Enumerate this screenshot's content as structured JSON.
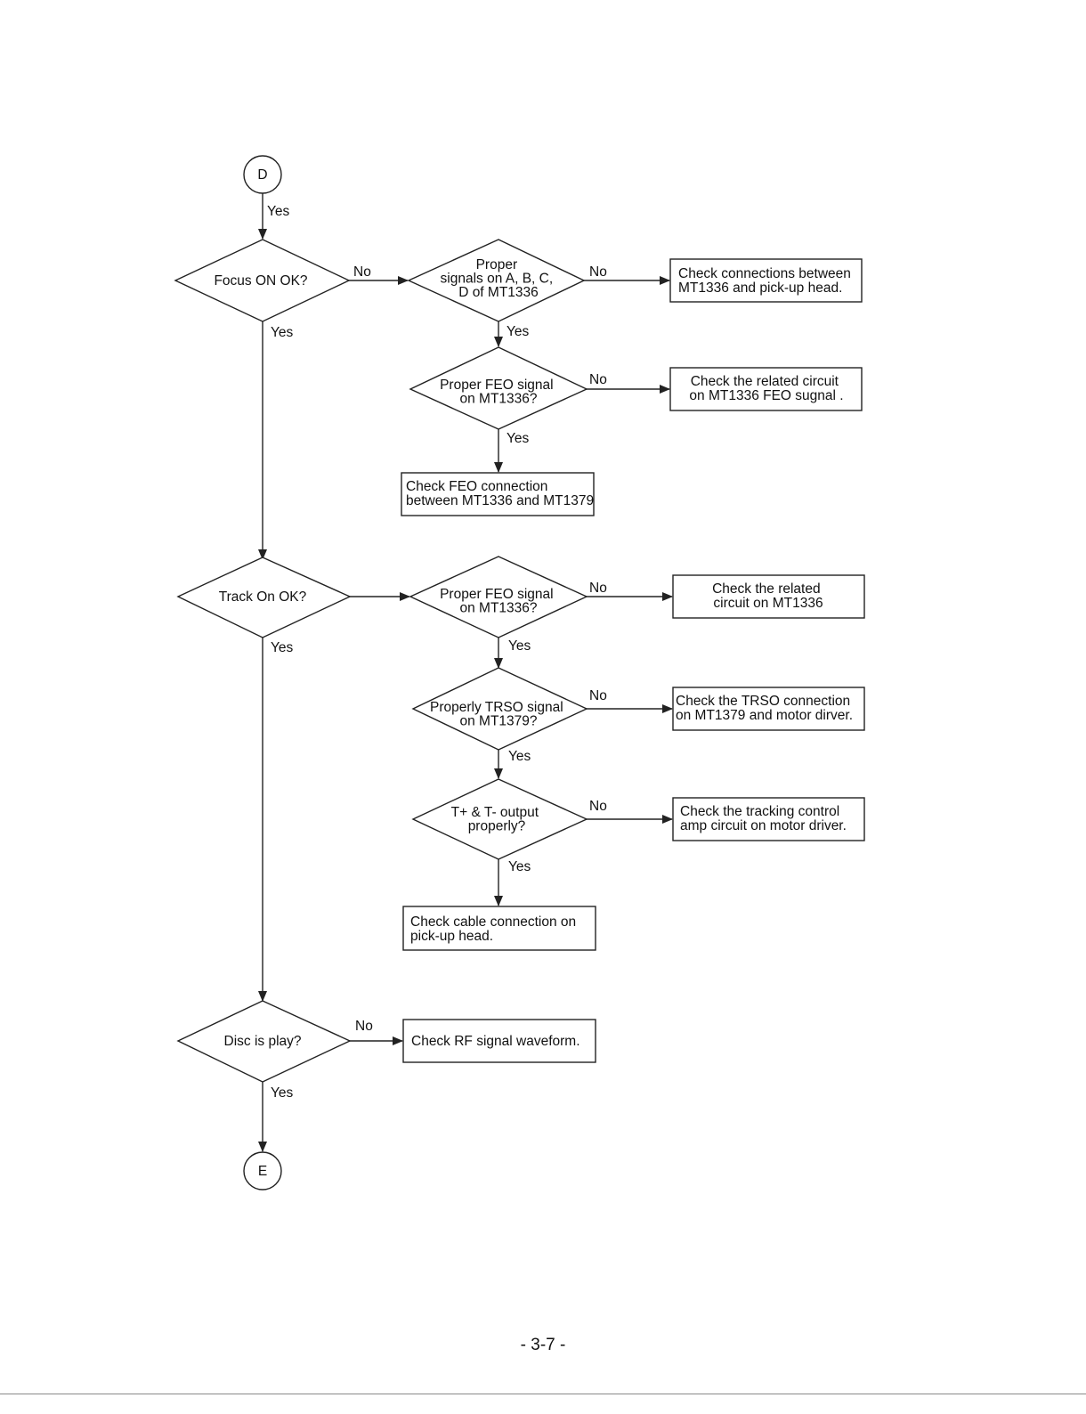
{
  "nodes": {
    "start_d": "D",
    "focus_on": [
      "Focus ON OK?"
    ],
    "proper_signals": [
      "Proper",
      "signals on A, B, C,",
      "D of MT1336"
    ],
    "check_connections_pickup": [
      "Check connections between",
      "MT1336 and pick-up head."
    ],
    "proper_feo_1": [
      "Proper FEO signal",
      "on MT1336?"
    ],
    "check_related_feo": [
      "Check the related circuit",
      "on MT1336 FEO sugnal ."
    ],
    "check_feo_connection": [
      "Check FEO connection",
      "between MT1336 and MT1379"
    ],
    "track_on": [
      "Track On OK?"
    ],
    "proper_feo_2": [
      "Proper FEO signal",
      "on MT1336?"
    ],
    "check_related_mt1336": [
      "Check the related",
      "circuit on MT1336"
    ],
    "trso_signal": [
      "Properly TRSO signal",
      "on MT1379?"
    ],
    "check_trso": [
      "Check the TRSO connection",
      "on MT1379 and motor dirver."
    ],
    "t_output": [
      "T+ & T- output",
      "properly?"
    ],
    "check_tracking_amp": [
      "Check the tracking control",
      "amp circuit on motor driver."
    ],
    "check_cable": [
      "Check cable connection on",
      "pick-up head."
    ],
    "disc_play": [
      "Disc is play?"
    ],
    "check_rf": [
      "Check RF signal waveform."
    ],
    "end_e": "E"
  },
  "labels": {
    "yes": "Yes",
    "no": "No"
  },
  "page_number": "- 3-7 -"
}
